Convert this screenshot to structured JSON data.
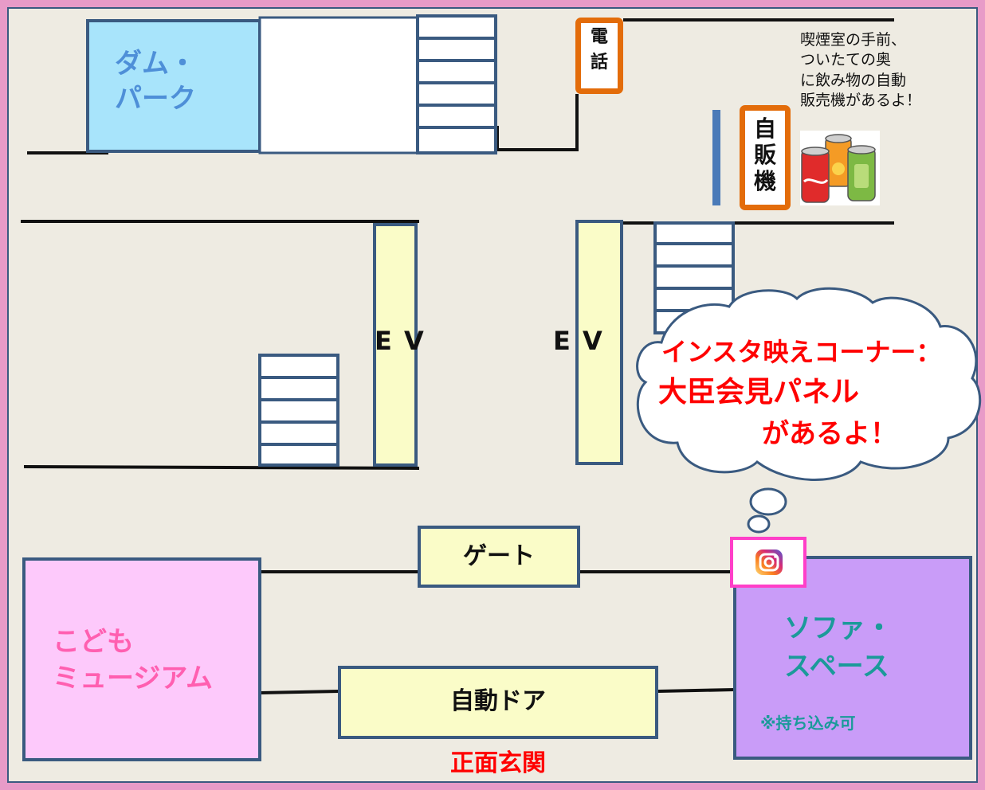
{
  "map": {
    "colors": {
      "border": "#e89bc8",
      "background": "#eeebe2",
      "outline": "#3a5a80",
      "wall": "#111111",
      "dam_park": "#a8e4fb",
      "elevator": "#fafcc8",
      "gate": "#fafcc8",
      "kids_museum": "#fdc9fb",
      "sofa_space": "#c99cf8",
      "phone_vending_border": "#e36c0a",
      "highlight_red": "#ff0000",
      "instagram_frame": "#ff3fc8"
    },
    "areas": {
      "dam_park": "ダム・\nパーク",
      "kids_museum": "こども\nミュージアム",
      "sofa_space": "ソファ・\nスペース",
      "sofa_note": "※持ち込み可"
    },
    "facilities": {
      "phone": "電\n話",
      "vending": "自\n販\n機",
      "ev_left": "E V",
      "ev_right": "E V",
      "gate": "ゲート",
      "auto_door": "自動ドア",
      "main_entrance": "正面玄関"
    },
    "notes": {
      "vending_note": "喫煙室の手前、\nついたての奥\nに飲み物の自動\n販売機があるよ！",
      "insta_line1": "インスタ映えコーナー：",
      "insta_line2": "大臣会見パネル",
      "insta_line3": "があるよ！"
    },
    "icons": {
      "cans": "drink-cans-icon",
      "instagram": "instagram-icon"
    }
  }
}
